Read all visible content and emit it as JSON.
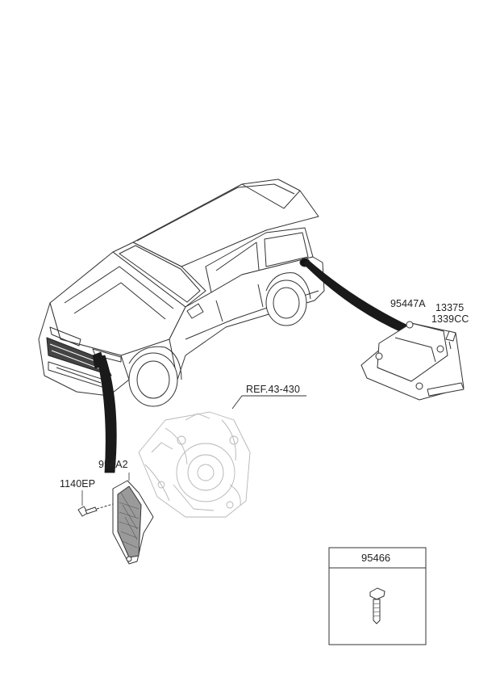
{
  "labels": {
    "ref": "REF.43-430",
    "airbag_module": "95447A",
    "bolt_a": "13375",
    "bolt_b": "1339CC",
    "sensor": "954A2",
    "bolt_c": "1140EP",
    "inset_part": "95466"
  },
  "colors": {
    "line": "#333333",
    "fill_dark": "#1a1a1a",
    "fill_light": "#ffffff",
    "ghost": "#b5b5b5"
  }
}
